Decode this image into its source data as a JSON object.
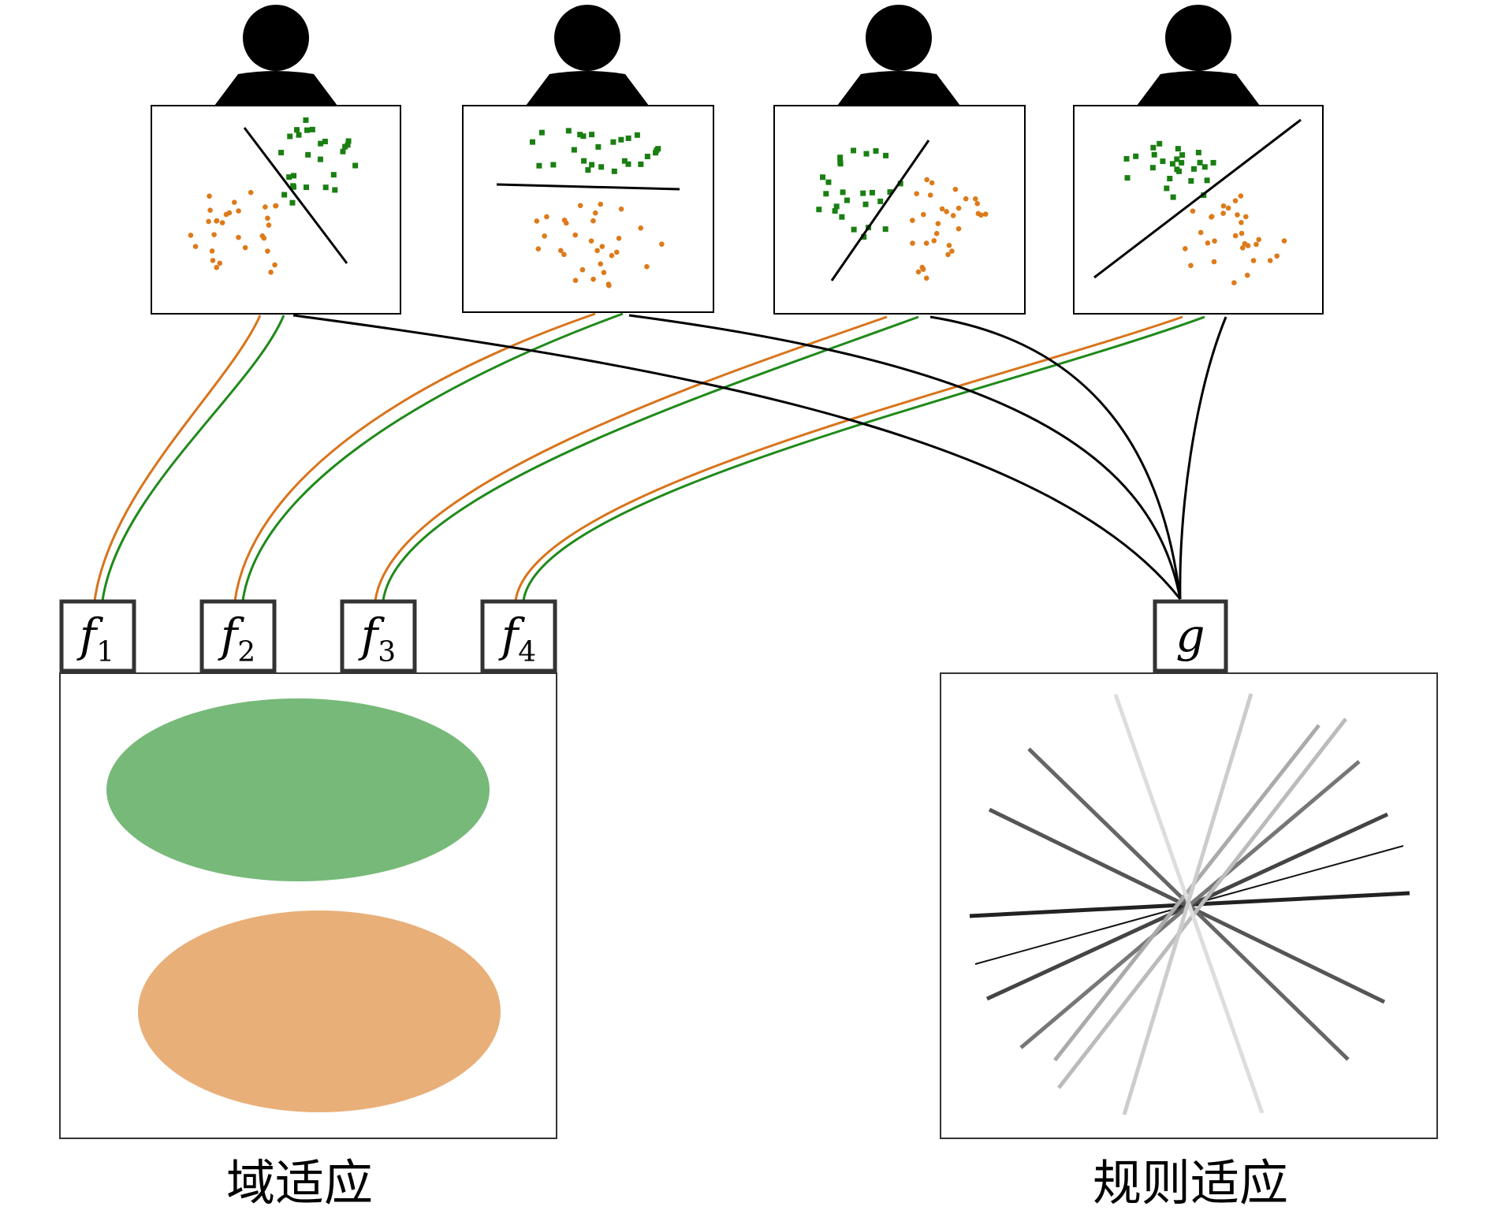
{
  "function_boxes": [
    {
      "label": "f",
      "subscript": "1"
    },
    {
      "label": "f",
      "subscript": "2"
    },
    {
      "label": "f",
      "subscript": "3"
    },
    {
      "label": "f",
      "subscript": "4"
    }
  ],
  "rule_box": {
    "label": "g"
  },
  "captions": {
    "left": "域适应",
    "right": "规则适应"
  },
  "colors": {
    "green_marker": "#1a7f12",
    "orange_marker": "#dd7a1a",
    "green_link": "#1f8a1a",
    "orange_link": "#d8741c",
    "green_blob": "#77b979",
    "orange_blob": "#e9af79",
    "black": "#000000"
  },
  "icons": [
    "person-icon",
    "person-icon",
    "person-icon",
    "person-icon"
  ]
}
